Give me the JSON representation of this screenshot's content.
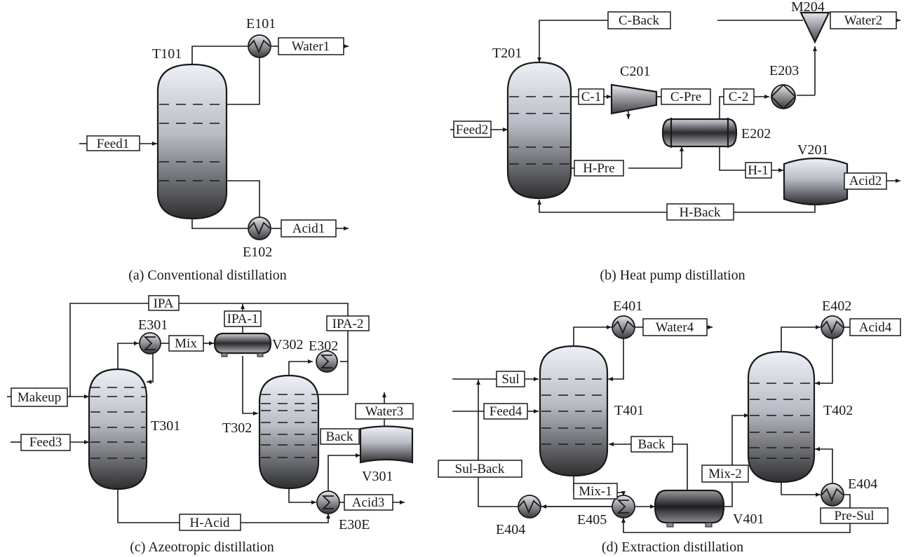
{
  "figure": {
    "panels": [
      {
        "id": "a",
        "caption": "(a) Conventional distillation",
        "equipment": {
          "column": "T101",
          "condenser": "E101",
          "reboiler": "E102"
        },
        "streams": {
          "feed": "Feed1",
          "top": "Water1",
          "bottom": "Acid1"
        }
      },
      {
        "id": "b",
        "caption": "(b) Heat pump distillation",
        "equipment": {
          "column": "T201",
          "compressor": "C201",
          "exchanger": "E202",
          "cooler": "E203",
          "mixer": "M204",
          "vessel": "V201"
        },
        "streams": {
          "feed": "Feed2",
          "c_back": "C-Back",
          "water": "Water2",
          "c1": "C-1",
          "c_pre": "C-Pre",
          "c2": "C-2",
          "h_pre": "H-Pre",
          "h1": "H-1",
          "acid": "Acid2",
          "h_back": "H-Back"
        }
      },
      {
        "id": "c",
        "caption": "(c) Azeotropic distillation",
        "equipment": {
          "col1": "T301",
          "col2": "T302",
          "hx1": "E301",
          "hx2": "E302",
          "hx3": "E30E",
          "decanter": "V302",
          "vessel": "V301"
        },
        "streams": {
          "ipa": "IPA",
          "ipa1": "IPA-1",
          "ipa2": "IPA-2",
          "mix": "Mix",
          "makeup": "Makeup",
          "feed": "Feed3",
          "water": "Water3",
          "back": "Back",
          "acid": "Acid3",
          "h_acid": "H-Acid"
        }
      },
      {
        "id": "d",
        "caption": "(d) Extraction distillation",
        "equipment": {
          "col1": "T401",
          "col2": "T402",
          "hx1": "E401",
          "hx2": "E402",
          "hx_reb": "E404",
          "hx_cool": "E404",
          "hx_mix": "E405",
          "vessel": "V401"
        },
        "streams": {
          "sul": "Sul",
          "feed": "Feed4",
          "water": "Water4",
          "acid": "Acid4",
          "back": "Back",
          "sul_back": "Sul-Back",
          "mix1": "Mix-1",
          "mix2": "Mix-2",
          "pre_sul": "Pre-Sul"
        }
      }
    ]
  }
}
